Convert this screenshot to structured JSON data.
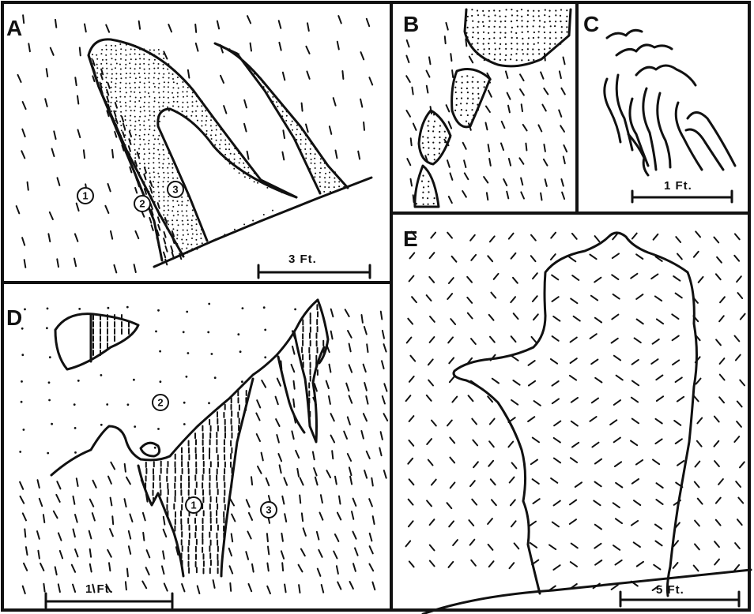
{
  "panels": {
    "A": {
      "label": "A",
      "scale": "3 Ft.",
      "units": [
        "1",
        "2",
        "3"
      ]
    },
    "B": {
      "label": "B"
    },
    "C": {
      "label": "C",
      "scale": "1 Ft."
    },
    "D": {
      "label": "D",
      "scale": "1 Ft.",
      "units": [
        "1",
        "2",
        "3"
      ]
    },
    "E": {
      "label": "E",
      "scale": "5 Ft."
    }
  }
}
